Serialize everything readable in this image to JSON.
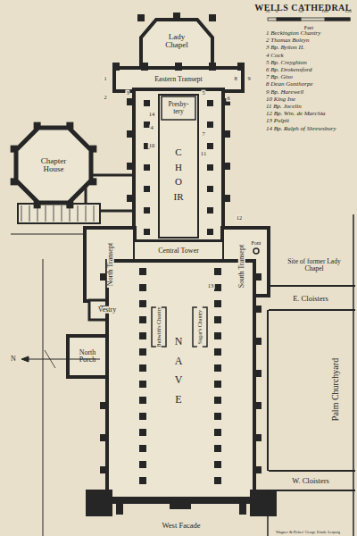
{
  "diagram": {
    "title": "WELLS CATHEDRAL",
    "labels": [
      "Feet",
      "50",
      "0",
      "50",
      "100",
      "150",
      "1 Beckington Chantry",
      "2 Thomas Boleyn",
      "3 Bp. Bytton II.",
      "4 Cock",
      "5 Bp. Creyghton",
      "6 Bp. Drokensford",
      "7 Bp. Giso",
      "8 Dean Gunthorpe",
      "9 Bp. Harewell",
      "10 King Ine",
      "11 Bp. Jocelin",
      "12 Bp. Wm. de Marchia",
      "13 Pulpit",
      "14 Bp. Ralph of Shrewsbury",
      "Lady Chapel",
      "Eastern Transept",
      "Presby- tery",
      "CHOIR",
      "Chapter House",
      "Central Tower",
      "North Transept",
      "South Transept",
      "Vestry",
      "Font",
      "Site of former Lady Chapel",
      "E. Cloisters",
      "Bubwith's Chantry",
      "Sugar's Chantry",
      "NAVE",
      "North Porch",
      "N",
      "Palm Churchyard",
      "W. Cloisters",
      "West Facade",
      "Wagner & Debes' Geogr. Estab. Leipzig",
      "1",
      "2",
      "3",
      "4",
      "5",
      "6",
      "7",
      "8",
      "9",
      "10",
      "11",
      "12",
      "13",
      "14"
    ]
  }
}
